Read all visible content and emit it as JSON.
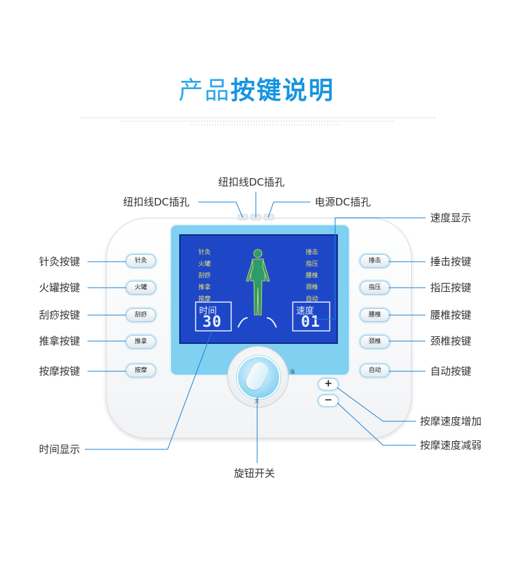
{
  "title": {
    "prefix": "产品",
    "main": "按键说明"
  },
  "callouts": {
    "left": [
      "针灸按键",
      "火罐按键",
      "刮痧按键",
      "推拿按键",
      "按摩按键",
      "时间显示"
    ],
    "right": [
      "速度显示",
      "捶击按键",
      "指压按键",
      "腰椎按键",
      "颈椎按键",
      "自动按键",
      "按摩速度增加",
      "按摩速度减弱"
    ],
    "top_center": "纽扣线DC插孔",
    "top_left": "纽扣线DC插孔",
    "top_right": "电源DC插孔",
    "bottom": "旋钮开关"
  },
  "device": {
    "left_buttons": [
      "针灸",
      "火罐",
      "刮痧",
      "推拿",
      "按摩"
    ],
    "right_buttons": [
      "捶击",
      "指压",
      "腰椎",
      "颈椎",
      "自动"
    ],
    "plus": "+",
    "minus": "−",
    "knob_mark": "关",
    "knob_side": "强",
    "screen": {
      "left_modes": [
        "针灸",
        "火罐",
        "刮痧",
        "推拿",
        "按摩"
      ],
      "right_modes": [
        "捶击",
        "指压",
        "腰椎",
        "颈椎",
        "自动"
      ],
      "time_label": "时间",
      "time_value": "30",
      "speed_label": "速度",
      "speed_value": "01"
    }
  },
  "colors": {
    "accent": "#1695e0",
    "screen": "#1e47c7",
    "frame": "#7fd0f1"
  }
}
